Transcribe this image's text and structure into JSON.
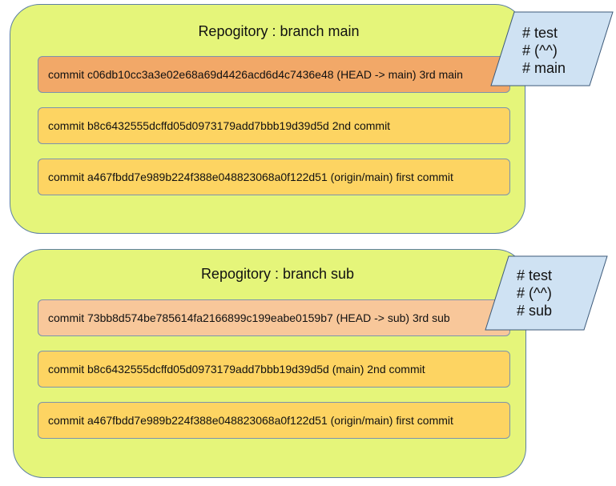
{
  "colors": {
    "repo_fill": "#e5f57a",
    "repo_border": "#5c7fa3",
    "commit_head_main": "#f2a868",
    "commit_head_sub": "#f8c79a",
    "commit_normal": "#fdd462",
    "note_fill": "#cfe2f3"
  },
  "repos": [
    {
      "title": "Repogitory : branch main",
      "commits": [
        {
          "text": "commit c06db10cc3a3e02e68a69d4426acd6d4c7436e48 (HEAD -> main) 3rd main",
          "color": "#f2a868"
        },
        {
          "text": "commit b8c6432555dcffd05d0973179add7bbb19d39d5d 2nd commit",
          "color": "#fdd462"
        },
        {
          "text": "commit a467fbdd7e989b224f388e048823068a0f122d51 (origin/main) first commit",
          "color": "#fdd462"
        }
      ],
      "note": {
        "lines": [
          "# test",
          "# (^^)",
          "# main"
        ]
      }
    },
    {
      "title": "Repogitory : branch sub",
      "commits": [
        {
          "text": "commit 73bb8d574be785614fa2166899c199eabe0159b7 (HEAD -> sub) 3rd sub",
          "color": "#f8c79a"
        },
        {
          "text": "commit b8c6432555dcffd05d0973179add7bbb19d39d5d (main) 2nd commit",
          "color": "#fdd462"
        },
        {
          "text": "commit a467fbdd7e989b224f388e048823068a0f122d51 (origin/main) first commit",
          "color": "#fdd462"
        }
      ],
      "note": {
        "lines": [
          "# test",
          "# (^^)",
          "# sub"
        ]
      }
    }
  ]
}
